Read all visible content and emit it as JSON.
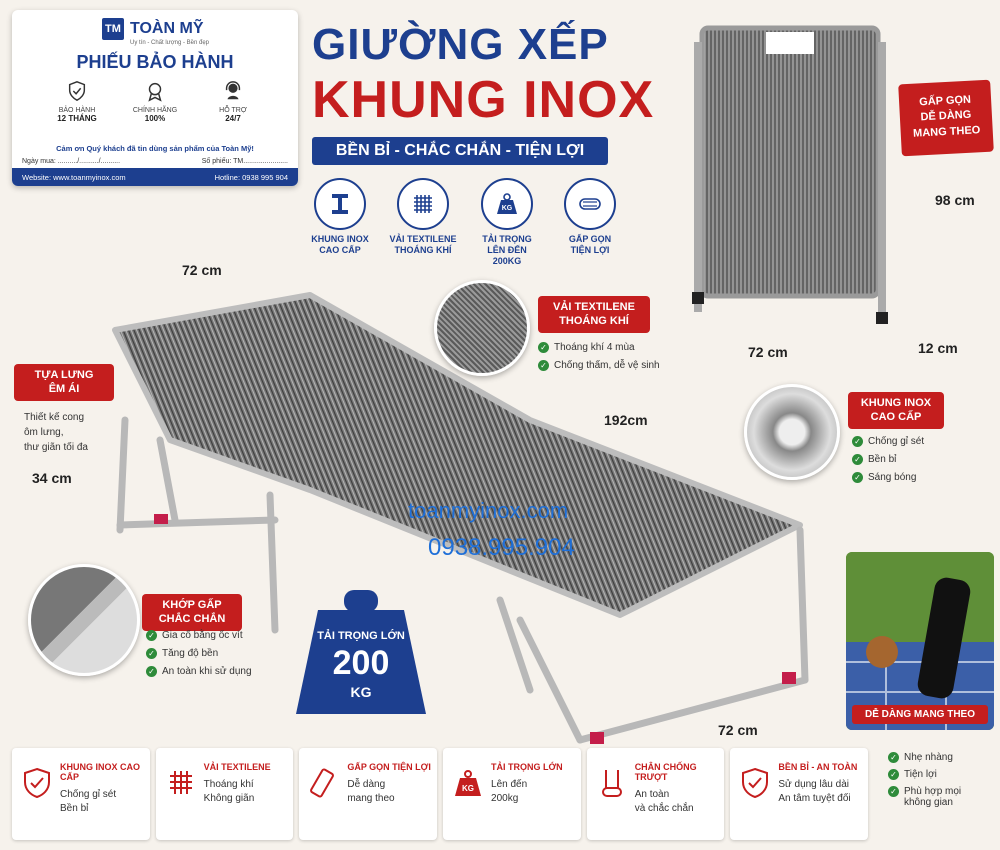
{
  "warranty": {
    "brand": "TOÀN MỸ",
    "tagline": "Uy tín - Chất lượng - Bền đẹp",
    "title": "PHIẾU BẢO HÀNH",
    "badges": [
      {
        "l1": "BẢO HÀNH",
        "l2": "12 THÁNG"
      },
      {
        "l1": "CHÍNH HÃNG",
        "l2": "100%"
      },
      {
        "l1": "HỖ TRỢ",
        "l2": "24/7"
      }
    ],
    "thanks": "Cảm ơn Quý khách đã tin dùng sản phẩm của Toàn Mỹ!",
    "date_field": "Ngày mua: ........../........../..........",
    "serial_field": "Số phiếu: TM.......................",
    "website": "Website: www.toanmyinox.com",
    "hotline": "Hotline: 0938 995 904"
  },
  "title": {
    "line1": "GIƯỜNG XẾP",
    "line2": "KHUNG INOX",
    "subtitle": "BỀN BỈ - CHẮC CHẮN - TIỆN LỢI"
  },
  "features": [
    {
      "icon": "i-beam-icon",
      "label1": "KHUNG INOX",
      "label2": "CAO CẤP"
    },
    {
      "icon": "mesh-icon",
      "label1": "VẢI TEXTILENE",
      "label2": "THOÁNG KHÍ"
    },
    {
      "icon": "weight-icon",
      "label1": "TẢI TRỌNG",
      "label2": "LÊN ĐẾN 200KG"
    },
    {
      "icon": "folded-icon",
      "label1": "GẤP GỌN",
      "label2": "TIỆN LỢI"
    }
  ],
  "folded_tag": {
    "l1": "GẤP GỌN",
    "l2": "DỄ DÀNG",
    "l3": "MANG THEO"
  },
  "dims": {
    "folded_height": "98 cm",
    "folded_width": "72 cm",
    "folded_depth": "12 cm",
    "bed_width_top": "72 cm",
    "bed_length": "192cm",
    "bed_height": "34 cm",
    "bed_width_bottom": "72 cm"
  },
  "backrest": {
    "tag1": "TỰA LƯNG",
    "tag2": "ÊM ÁI",
    "text1": "Thiết kế cong",
    "text2": "ôm lưng,",
    "text3": "thư giãn tối đa"
  },
  "fabric": {
    "tag1": "VẢI TEXTILENE",
    "tag2": "THOÁNG KHÍ",
    "b1": "Thoáng khí 4 mùa",
    "b2": "Chống thấm, dễ vệ sinh"
  },
  "frame": {
    "tag1": "KHUNG INOX",
    "tag2": "CAO CẤP",
    "b1": "Chống gỉ sét",
    "b2": "Bền bỉ",
    "b3": "Sáng bóng"
  },
  "joint": {
    "tag1": "KHỚP GẤP",
    "tag2": "CHẮC CHẮN",
    "b1": "Gia cố bằng ốc vít",
    "b2": "Tăng độ bền",
    "b3": "An toàn khi sử dụng"
  },
  "watermark": {
    "site": "toanmyinox.com",
    "phone": "0938.995.904"
  },
  "weight": {
    "l1": "TẢI TRỌNG LỚN",
    "l2": "200",
    "l3": "KG"
  },
  "bag": {
    "label": "DỄ DÀNG MANG THEO"
  },
  "strip": [
    {
      "icon": "shield-icon",
      "h": "KHUNG INOX CAO CẤP",
      "t1": "Chống gỉ sét",
      "t2": "Bền bỉ"
    },
    {
      "icon": "mesh-icon",
      "h": "VẢI TEXTILENE",
      "t1": "Thoáng khí",
      "t2": "Không giãn"
    },
    {
      "icon": "fold-icon",
      "h": "GẤP GỌN TIỆN LỢI",
      "t1": "Dễ dàng",
      "t2": "mang theo"
    },
    {
      "icon": "weight-icon",
      "h": "TẢI TRỌNG LỚN",
      "t1": "Lên đến",
      "t2": "200kg"
    },
    {
      "icon": "foot-icon",
      "h": "CHÂN CHỐNG TRƯỢT",
      "t1": "An toàn",
      "t2": "và chắc chắn"
    },
    {
      "icon": "shield-icon",
      "h": "BỀN BỈ - AN TOÀN",
      "t1": "Sử dụng lâu dài",
      "t2": "An tâm tuyệt đối"
    }
  ],
  "right_bullets": [
    "Nhẹ nhàng",
    "Tiện lợi",
    "Phù hợp mọi không gian"
  ]
}
